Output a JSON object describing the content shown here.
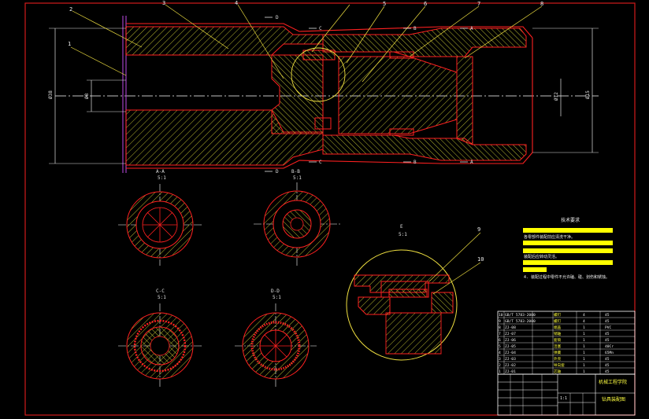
{
  "colors": {
    "background": "#000000",
    "frame": "#d21a1a",
    "outline": "#ff2020",
    "hatch": "#c8c82a",
    "dimension": "#e0e0e0",
    "leader": "#f0e040",
    "label": "#ffff40",
    "centerline": "#ffffff",
    "accent": "#a040c0",
    "table": "#ffffff",
    "note_bar": "#ffff00",
    "callout_text": "#f0f0f0"
  },
  "callouts": [
    "1",
    "2",
    "3",
    "4",
    "5",
    "6",
    "7",
    "8",
    "9",
    "10"
  ],
  "section_markers": {
    "A": "A",
    "B": "B",
    "C": "C",
    "D": "D",
    "E": "E"
  },
  "views": [
    {
      "title": "A-A",
      "scale": "5:1"
    },
    {
      "title": "B-B",
      "scale": "5:1"
    },
    {
      "title": "C-C",
      "scale": "5:1"
    },
    {
      "title": "D-D",
      "scale": "5:1"
    },
    {
      "title": "E",
      "scale": "5:1"
    }
  ],
  "dimensions": {
    "overall_left": "Ø38",
    "inner_left": "Ø8",
    "right_inner": "Ø12",
    "right_outer": "Ø15"
  },
  "notes": {
    "title": "技术要求",
    "line1": "各零部件装配前应清洗干净。",
    "line2": "装配后应转动灵活。",
    "line3": "4. 装配过程中零件不允许磕、碰、划伤和锈蚀。"
  },
  "bom": [
    {
      "no": "10",
      "code": "GB/T 5783-2000",
      "name": "螺钉",
      "qty": "4",
      "material": "45"
    },
    {
      "no": "9",
      "code": "GB/T 5783-2000",
      "name": "螺钉",
      "qty": "4",
      "material": "45"
    },
    {
      "no": "8",
      "code": "ZJ-08",
      "name": "端盖",
      "qty": "1",
      "material": "PVC"
    },
    {
      "no": "7",
      "code": "ZJ-07",
      "name": "销轴",
      "qty": "1",
      "material": "45"
    },
    {
      "no": "6",
      "code": "ZJ-06",
      "name": "套筒",
      "qty": "1",
      "material": "45"
    },
    {
      "no": "5",
      "code": "ZJ-05",
      "name": "活塞",
      "qty": "1",
      "material": "40Cr"
    },
    {
      "no": "4",
      "code": "ZJ-04",
      "name": "弹簧",
      "qty": "1",
      "material": "65Mn"
    },
    {
      "no": "3",
      "code": "ZJ-03",
      "name": "外壳",
      "qty": "1",
      "material": "45"
    },
    {
      "no": "2",
      "code": "ZJ-02",
      "name": "导向套",
      "qty": "1",
      "material": "45"
    },
    {
      "no": "1",
      "code": "ZJ-01",
      "name": "芯轴",
      "qty": "1",
      "material": "45"
    }
  ],
  "title_block": {
    "school": "机械工程学院",
    "drawing": "钻具装配图",
    "scale": "1:1"
  }
}
